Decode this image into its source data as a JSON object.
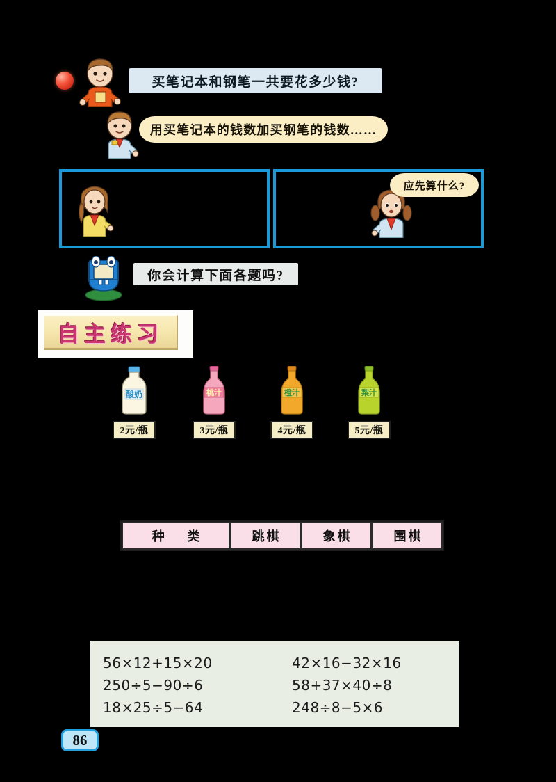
{
  "page": {
    "number": "86",
    "background_color": "#000000"
  },
  "colors": {
    "accent_blue": "#1a9ad9",
    "speech_blue": "#dde9f2",
    "speech_cream": "#fbeec4",
    "speech_grey": "#e7ebe9",
    "banner_plate": "#f6e6ac",
    "banner_text": "#c8356f",
    "table_cell": "#fadfe9",
    "math_box": "#e8eee4",
    "page_num_fill": "#bfe6f7"
  },
  "dialogue": {
    "question_1": "买笔记本和钢笔一共要花多少钱?",
    "hint_1": "用买笔记本的钱数加买钢笔的钱数……",
    "hint_2": "应先算什么?",
    "prompt": "你会计算下面各题吗?"
  },
  "banner": {
    "title": "自主练习"
  },
  "drinks": [
    {
      "name": "酸奶",
      "label": "酸奶",
      "cap_color": "#5ab4e8",
      "body_color": "#fbf6e2",
      "price": "2元/瓶"
    },
    {
      "name": "桃汁",
      "label": "桃汁",
      "cap_color": "#e8679a",
      "body_color": "#f5a8bd",
      "price": "3元/瓶"
    },
    {
      "name": "橙汁",
      "label": "橙汁",
      "cap_color": "#e08a1e",
      "body_color": "#f2a82a",
      "price": "4元/瓶"
    },
    {
      "name": "梨汁",
      "label": "梨汁",
      "cap_color": "#8dbf2a",
      "body_color": "#b8d42c",
      "price": "5元/瓶"
    }
  ],
  "table": {
    "headers": [
      "种  类",
      "跳棋",
      "象棋",
      "围棋"
    ]
  },
  "exercises": {
    "left": [
      "56×12+15×20",
      "250÷5−90÷6",
      "18×25÷5−64"
    ],
    "right": [
      "42×16−32×16",
      "58+37×40÷8",
      "248÷8−5×6"
    ]
  },
  "characters": {
    "boy_orange": "boy-orange-shirt",
    "boy_blue": "boy-blue-shirt",
    "girl_yellow": "girl-yellow-shirt",
    "girl_pigtails": "girl-pigtails",
    "mascot": "blue-book-mascot"
  }
}
